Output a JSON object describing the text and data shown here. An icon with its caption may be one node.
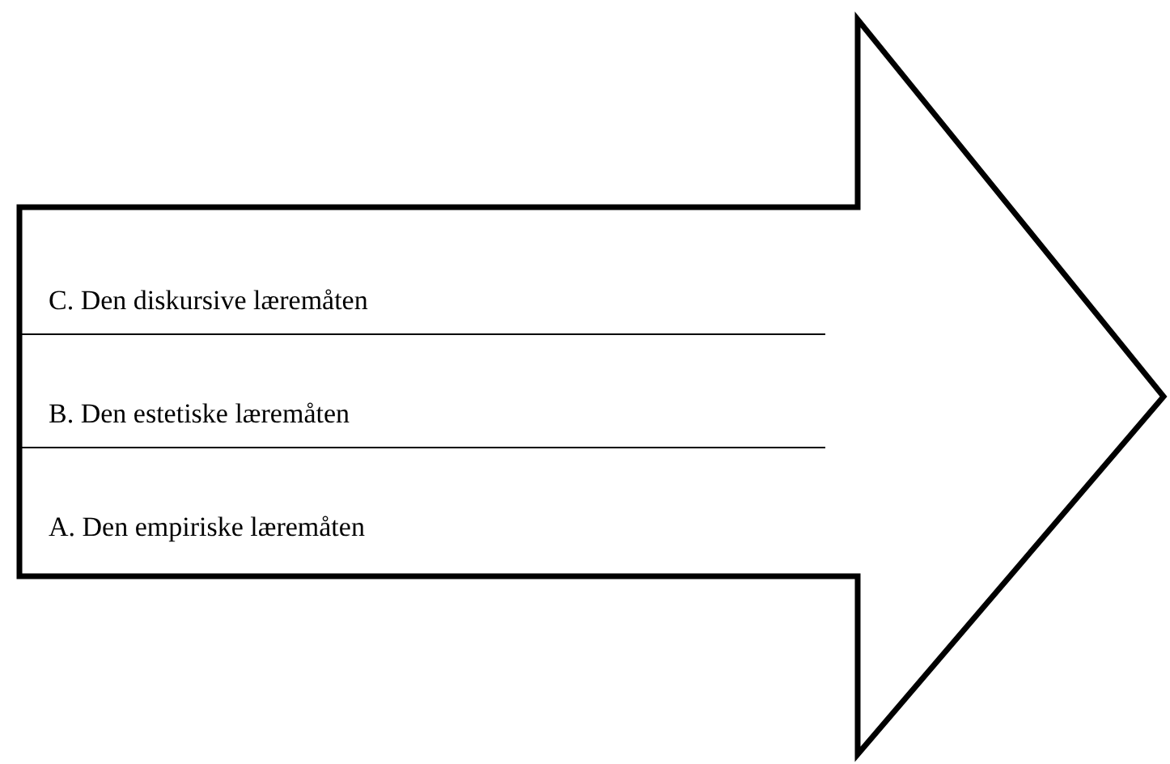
{
  "diagram": {
    "nodes": [
      {
        "text": [],
        "shape": "arrow"
      },
      {
        "text": [
          "C. Den diskursive læremåten"
        ],
        "in": 0
      },
      {
        "text": [
          "B. Den estetiske læremåten"
        ],
        "in": 0
      },
      {
        "text": [
          "A. Den empiriske læremåten"
        ],
        "in": 0
      }
    ]
  }
}
